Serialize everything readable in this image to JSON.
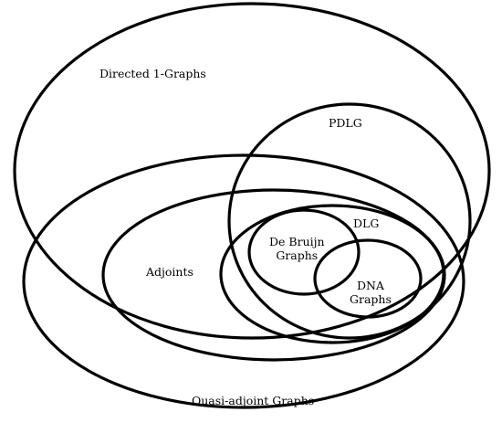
{
  "diagram": {
    "sets": {
      "directed_1_graphs": "Directed 1-Graphs",
      "pdlg": "PDLG",
      "quasi_adjoint_graphs": "Quasi-adjoint Graphs",
      "adjoints": "Adjoints",
      "dlg": "DLG",
      "de_bruijn_graphs": "De Bruijn Graphs",
      "de_bruijn_line1": "De Bruijn",
      "de_bruijn_line2": "Graphs",
      "dna_graphs": "DNA Graphs",
      "dna_line1": "DNA",
      "dna_line2": "Graphs"
    },
    "stroke_color": "#000000",
    "background_color": "#ffffff"
  }
}
